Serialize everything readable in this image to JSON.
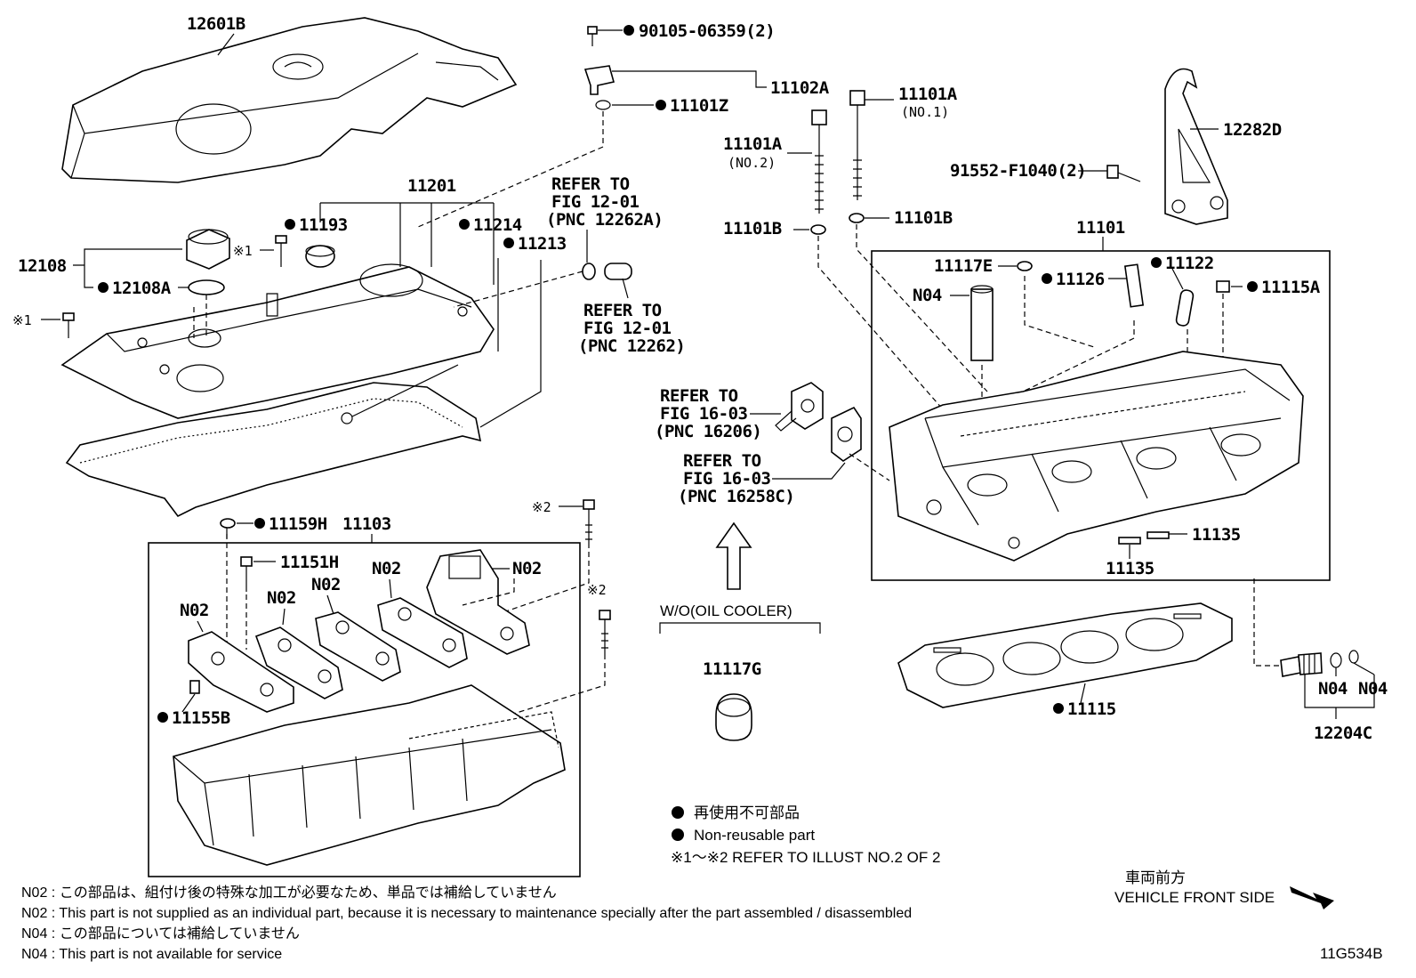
{
  "labels": {
    "engine_cover": "12601B",
    "sensor_bolt": "90105-06359(2)",
    "cam_sensor": "11102A",
    "o_ring": "11101Z",
    "head_cover_sub": "11201",
    "oil_cap_seal": "11193",
    "plug_11214": "11214",
    "gasket_11213": "11213",
    "oil_filler_cap": "12108",
    "cap_gasket": "12108A",
    "mark1_a": "※1",
    "mark1_b": "※1",
    "bolt_a_no1": "11101A",
    "bolt_a_no1_sub": "(NO.1)",
    "bolt_a_no2": "11101A",
    "bolt_a_no2_sub": "(NO.2)",
    "washer_left": "11101B",
    "washer_right": "11101B",
    "hook": "12282D",
    "hook_bolt": "91552-F1040(2)",
    "cylinder_head": "11101",
    "plug_11117e": "11117E",
    "pin_11126": "11126",
    "pin_11122": "11122",
    "plug_11115a": "11115A",
    "n04_top": "N04",
    "refer_a_1": "REFER TO",
    "refer_a_2": "FIG 12-01",
    "refer_a_3": "(PNC 12262A)",
    "refer_b_1": "REFER TO",
    "refer_b_2": "FIG 12-01",
    "refer_b_3": "(PNC 12262)",
    "refer_c_1": "REFER TO",
    "refer_c_2": "FIG 16-03",
    "refer_c_3": "(PNC 16206)",
    "refer_d_1": "REFER TO",
    "refer_d_2": "FIG 16-03",
    "refer_d_3": "(PNC 16258C)",
    "seal_11159h": "11159H",
    "cam_housing": "11103",
    "mark2_a": "※2",
    "mark2_b": "※2",
    "bolt_11151h": "11151H",
    "n02_1": "N02",
    "n02_2": "N02",
    "n02_3": "N02",
    "n02_4": "N02",
    "n02_5": "N02",
    "pin_11155b": "11155B",
    "pin_11135_a": "11135",
    "pin_11135_b": "11135",
    "wo_oil_cooler": "W/O(OIL COOLER)",
    "plug_11117g": "11117G",
    "head_gasket": "11115",
    "n04_a": "N04",
    "n04_b": "N04",
    "union_12204c": "12204C"
  },
  "legend": {
    "non_reusable_jp": "再使用不可部品",
    "non_reusable_en": "Non-reusable part",
    "refer_illust": "※1～※2  REFER TO ILLUST NO.2 OF 2"
  },
  "direction": {
    "jp": "車両前方",
    "en": "VEHICLE FRONT SIDE"
  },
  "footnotes": [
    "N02 : この部品は、組付け後の特殊な加工が必要なため、単品では補給していません",
    "N02 : This part is not supplied as an individual part, because it is necessary to maintenance specially after the part assembled / disassembled",
    "N04 : この部品については補給していません",
    "N04 : This part is not available for service"
  ],
  "figure_id": "11G534B"
}
